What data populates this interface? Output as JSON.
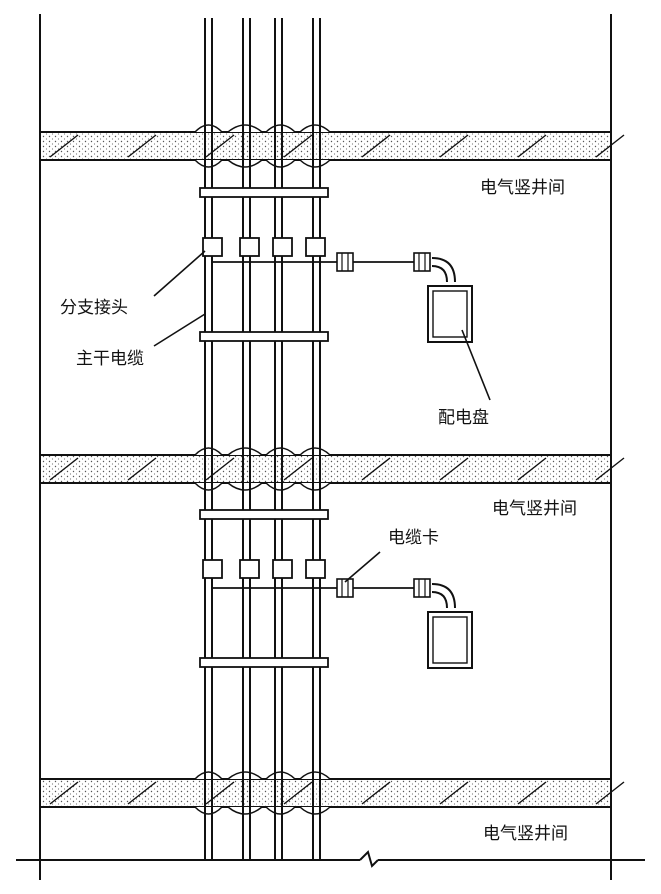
{
  "labels": {
    "room_label_1": "电气竖井间",
    "room_label_2": "电气竖井间",
    "room_label_3": "电气竖井间",
    "branch_joint": "分支接头",
    "trunk_cable": "主干电缆",
    "distribution_panel": "配电盘",
    "cable_clamp": "电缆卡"
  },
  "colors": {
    "line": "#111111",
    "background": "#ffffff",
    "slab_dots": "#555555"
  }
}
